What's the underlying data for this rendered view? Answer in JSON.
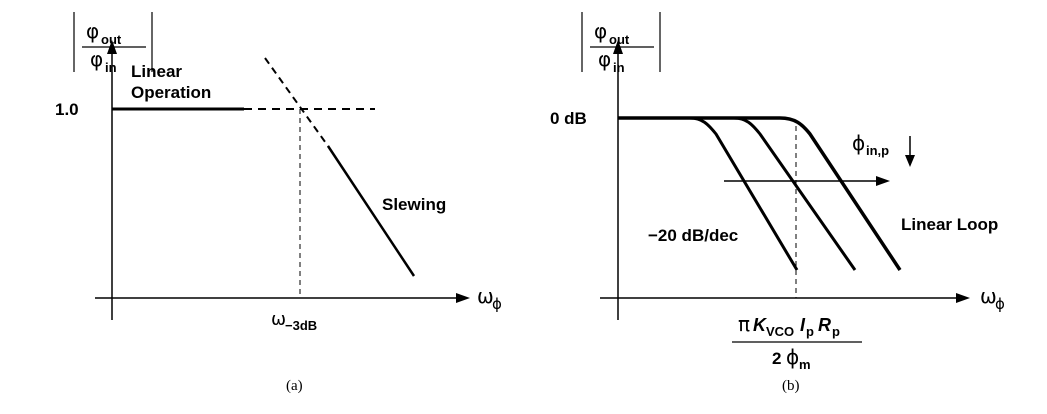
{
  "panel_a": {
    "ylabel_num_sym": "φ",
    "ylabel_num_sub": "out",
    "ylabel_den_sym": "φ",
    "ylabel_den_sub": "in",
    "y_tick": "1.0",
    "region_linear_line1": "Linear",
    "region_linear_line2": "Operation",
    "region_slewing": "Slewing",
    "xlabel_sym": "ω",
    "xlabel_sub": "ϕ",
    "x_tick_sym": "ω",
    "x_tick_sub": "−3dB",
    "caption": "(a)"
  },
  "panel_b": {
    "ylabel_num_sym": "φ",
    "ylabel_num_sub": "out",
    "ylabel_den_sym": "φ",
    "ylabel_den_sub": "in",
    "y_tick": "0 dB",
    "param_sym": "ϕ",
    "param_sub": "in,p",
    "slope_label": "−20 dB/dec",
    "linear_loop_label": "Linear Loop",
    "xlabel_sym": "ω",
    "xlabel_sub": "ϕ",
    "x_tick_num_pi": "π",
    "x_tick_num_K": "K",
    "x_tick_num_K_sub": "VCO",
    "x_tick_num_I": "I",
    "x_tick_num_I_sub": "p",
    "x_tick_num_R": "R",
    "x_tick_num_R_sub": "p",
    "x_tick_den": "2",
    "x_tick_den_sym": "ϕ",
    "x_tick_den_sub": "m",
    "caption": "(b)"
  }
}
